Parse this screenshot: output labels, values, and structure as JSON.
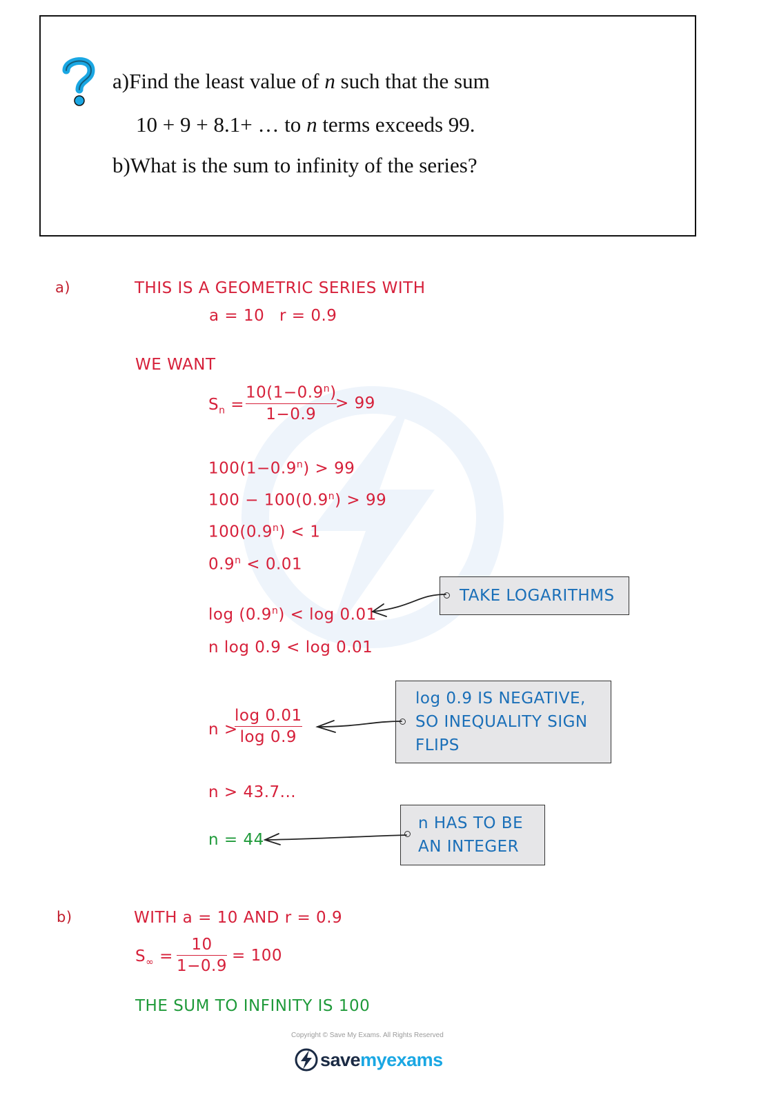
{
  "question": {
    "icon": "question-mark-icon",
    "part_a_label": "a)",
    "part_a_line1_pre": "Find the least value of ",
    "part_a_line1_var": "n",
    "part_a_line1_post": " such that the sum",
    "part_a_line2_pre": "10 + 9 + 8.1+  …  to ",
    "part_a_line2_var": "n",
    "part_a_line2_post": " terms exceeds 99.",
    "part_b_label": "b)",
    "part_b_text": "What is the sum to infinity of the series?"
  },
  "solution_a": {
    "label": "a)",
    "intro": "THIS   IS   A   GEOMETRIC   SERIES   WITH",
    "a_val": "a = 10",
    "r_val": "r = 0.9",
    "want": "WE   WANT",
    "sn_lhs": "S",
    "sn_sub": "n",
    "sn_eq": "=",
    "sn_num": "10(1−0.9",
    "sn_num_sup": "n",
    "sn_num_close": ")",
    "sn_den": "1−0.9",
    "sn_rhs": "> 99",
    "step1": "100(1−0.9",
    "step1_sup": "n",
    "step1_post": ") > 99",
    "step2": "100 − 100(0.9",
    "step2_sup": "n",
    "step2_post": ") > 99",
    "step3": "100(0.9",
    "step3_sup": "n",
    "step3_post": ") < 1",
    "step4": "0.9",
    "step4_sup": "n",
    "step4_post": " < 0.01",
    "step5": "log (0.9",
    "step5_sup": "n",
    "step5_post": ") < log 0.01",
    "step6": "n log  0.9 < log 0.01",
    "n_gt": "n >",
    "frac_num": "log 0.01",
    "frac_den": "log 0.9",
    "n_approx": "n > 43.7...",
    "n_answer": "n = 44"
  },
  "notes": {
    "take_logs": "TAKE   LOGARITHMS",
    "negative_line1": "log 0.9    IS    NEGATIVE,",
    "negative_line2": "SO   INEQUALITY   SIGN",
    "negative_line3": "FLIPS",
    "integer_line1": "n  HAS   TO   BE",
    "integer_line2": "AN   INTEGER"
  },
  "solution_b": {
    "label": "b)",
    "intro": "WITH    a = 10    AND    r = 0.9",
    "s_inf": "S",
    "s_inf_sub": "∞",
    "eq": "=",
    "num": "10",
    "den": "1−0.9",
    "result": "= 100",
    "conclusion": "THE   SUM   TO   INFINITY   IS   100"
  },
  "footer": {
    "copyright": "Copyright © Save My Exams. All Rights Reserved",
    "logo_part1": "save",
    "logo_part2": "my",
    "logo_part3": "exams"
  },
  "colors": {
    "working": "#d6203a",
    "answer": "#1f9a3a",
    "notes": "#1a6fb8",
    "question_icon": "#1aa7e3"
  }
}
